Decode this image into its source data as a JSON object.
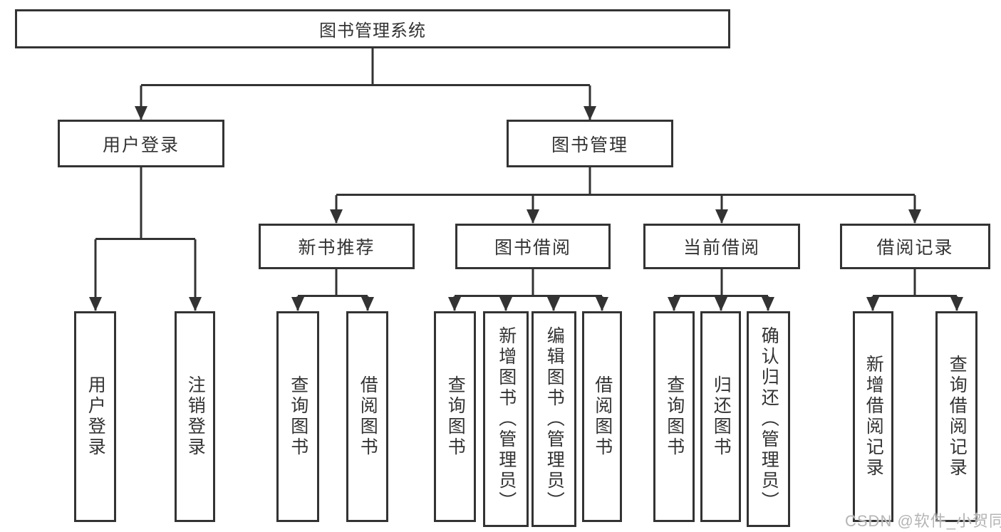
{
  "diagram": {
    "type": "hierarchy-structure-diagram",
    "root": {
      "label": "图书管理系统",
      "children": [
        {
          "label": "用户登录",
          "children": [
            {
              "label": "用户登录"
            },
            {
              "label": "注销登录"
            }
          ]
        },
        {
          "label": "图书管理",
          "children": [
            {
              "label": "新书推荐",
              "children": [
                {
                  "label": "查询图书"
                },
                {
                  "label": "借阅图书"
                }
              ]
            },
            {
              "label": "图书借阅",
              "children": [
                {
                  "label": "查询图书"
                },
                {
                  "label": "新增图书（管理员）"
                },
                {
                  "label": "编辑图书（管理员）"
                },
                {
                  "label": "借阅图书"
                }
              ]
            },
            {
              "label": "当前借阅",
              "children": [
                {
                  "label": "查询图书"
                },
                {
                  "label": "归还图书"
                },
                {
                  "label": "确认归还（管理员）"
                }
              ]
            },
            {
              "label": "借阅记录",
              "children": [
                {
                  "label": "新增借阅记录"
                },
                {
                  "label": "查询借阅记录"
                }
              ]
            }
          ]
        }
      ]
    }
  },
  "watermark": {
    "text": "CSDN @软件_小贺同学"
  },
  "colors": {
    "line": "#333333",
    "box_border": "#333333",
    "text": "#333333",
    "background": "#ffffff",
    "watermark": "#b5b5b5"
  }
}
